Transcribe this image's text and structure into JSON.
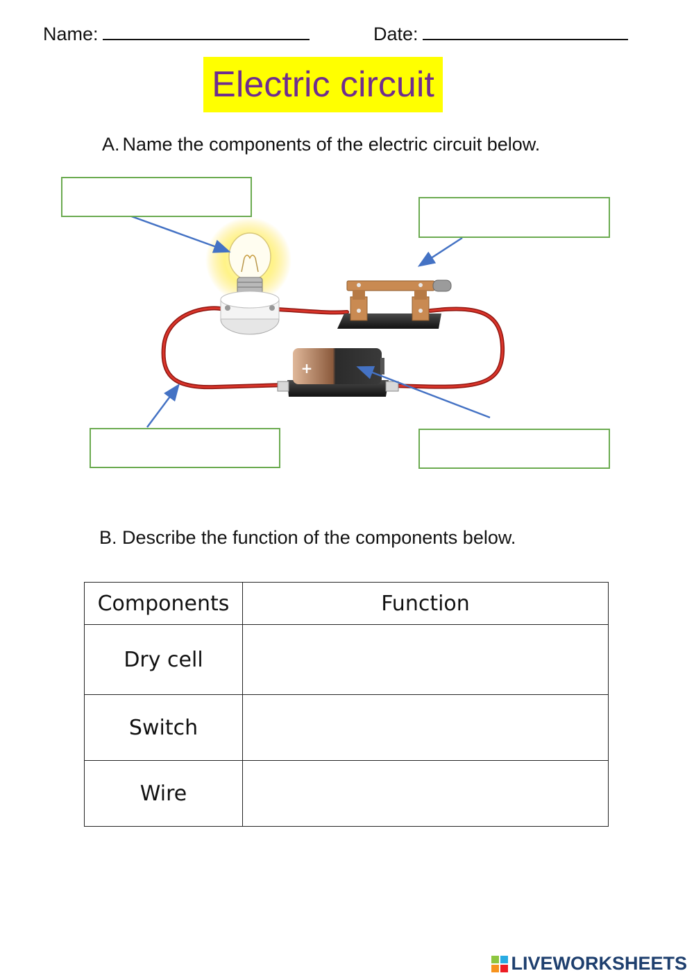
{
  "header": {
    "name_label": "Name:",
    "date_label": "Date:"
  },
  "title": "Electric circuit",
  "section_a": {
    "letter": "A.",
    "instruction": "Name the components of the electric circuit below."
  },
  "battery": {
    "plus_sign": "+",
    "minus_sign": "−"
  },
  "section_b": {
    "instruction": "B. Describe the function of the components below."
  },
  "table": {
    "headers": [
      "Components",
      "Function"
    ],
    "rows": [
      {
        "component": "Dry cell",
        "function": ""
      },
      {
        "component": "Switch",
        "function": ""
      },
      {
        "component": "Wire",
        "function": ""
      }
    ]
  },
  "footer": {
    "brand": "LIVEWORKSHEETS"
  },
  "colors": {
    "title_bg": "#ffff00",
    "title_text": "#6f2d8f",
    "label_border": "#6aaa4f",
    "arrow": "#4472c4",
    "wire": "#c8261b"
  }
}
